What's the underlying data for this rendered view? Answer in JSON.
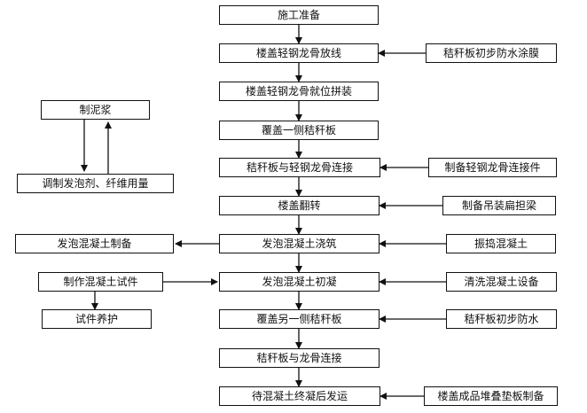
{
  "steps": {
    "s1": "施工准备",
    "s2": "楼盖轻钢龙骨放线",
    "s3": "楼盖轻钢龙骨就位拼装",
    "s4": "覆盖一侧秸秆板",
    "s5": "秸秆板与轻钢龙骨连接",
    "s6": "楼盖翻转",
    "s7": "发泡混凝土浇筑",
    "s8": "发泡混凝土初凝",
    "s9": "覆盖另一侧秸秆板",
    "s10": "秸秆板与龙骨连接",
    "s11": "待混凝土终凝后发运"
  },
  "inputs": {
    "r1": "秸秆板初步防水涂膜",
    "r2": "制备轻钢龙骨连接件",
    "r3": "制备吊装扁担梁",
    "r4": "振捣混凝土",
    "r5": "清洗混凝土设备",
    "r6": "秸秆板初步防水",
    "r7": "楼盖成品堆叠垫板制备"
  },
  "side": {
    "l1": "制泥浆",
    "l2": "调制发泡剂、纤维用量",
    "l3": "发泡混凝土制备",
    "l4": "制作混凝土试件",
    "l5": "试件养护"
  }
}
